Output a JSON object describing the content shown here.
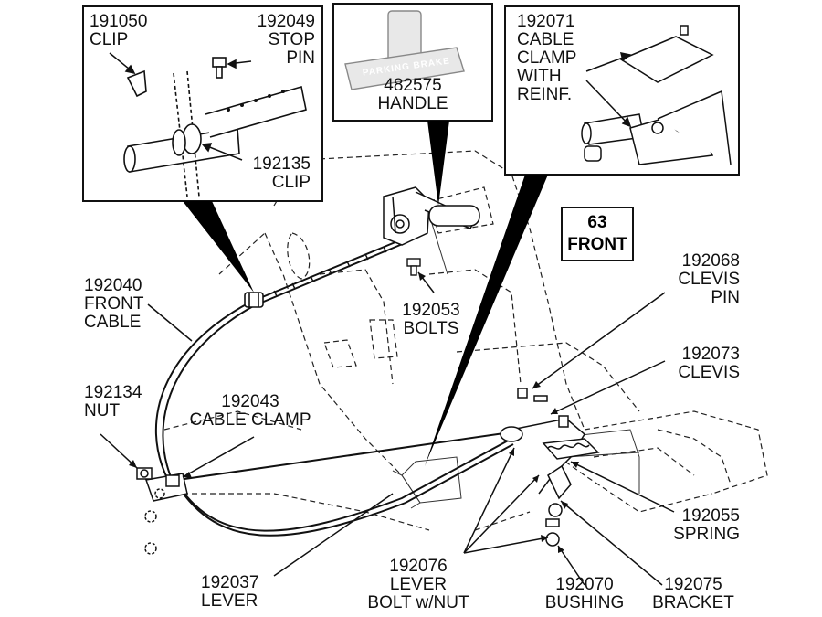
{
  "insets": {
    "left": {
      "labels": [
        {
          "part": "191050",
          "name": "CLIP"
        },
        {
          "part": "192049",
          "name": "STOP PIN"
        },
        {
          "part": "192135",
          "name": "CLIP"
        }
      ]
    },
    "middle": {
      "handle_text": "PARKING BRAKE",
      "label": {
        "part": "482575",
        "name": "HANDLE"
      }
    },
    "right": {
      "label": {
        "part": "192071",
        "name": "CABLE CLAMP WITH REINF."
      }
    }
  },
  "badge": {
    "year": "63",
    "text": "FRONT"
  },
  "labels": {
    "front_cable": {
      "part": "192040",
      "name1": "FRONT",
      "name2": "CABLE"
    },
    "nut": {
      "part": "192134",
      "name": "NUT"
    },
    "cable_clamp": {
      "part": "192043",
      "name": "CABLE CLAMP"
    },
    "bolts": {
      "part": "192053",
      "name": "BOLTS"
    },
    "clevis_pin": {
      "part": "192068",
      "name1": "CLEVIS",
      "name2": "PIN"
    },
    "clevis": {
      "part": "192073",
      "name": "CLEVIS"
    },
    "spring": {
      "part": "192055",
      "name": "SPRING"
    },
    "lever": {
      "part": "192037",
      "name": "LEVER"
    },
    "lever_bolt": {
      "part": "192076",
      "name1": "LEVER",
      "name2": "BOLT w/NUT"
    },
    "bushing": {
      "part": "192070",
      "name": "BUSHING"
    },
    "bracket": {
      "part": "192075",
      "name": "BRACKET"
    }
  },
  "labels_stop_pin": {
    "name1": "STOP",
    "name2": "PIN"
  },
  "labels_clamp": {
    "name1": "CABLE",
    "name2": "CLAMP",
    "name3": "WITH",
    "name4": "REINF."
  }
}
